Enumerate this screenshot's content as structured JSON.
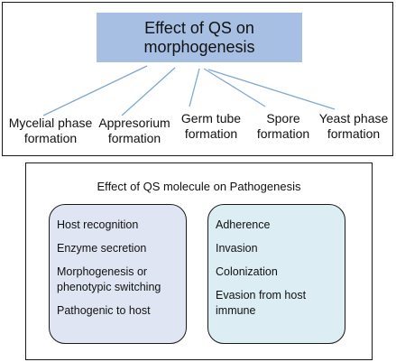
{
  "morphogenesis": {
    "title_line1": "Effect of QS on",
    "title_line2": "morphogenesis",
    "connector_color": "#7fa7d3",
    "title_fill": "#a6bfe3",
    "branches": [
      {
        "line1": "Mycelial phase",
        "line2": "formation"
      },
      {
        "line1": "Appresorium",
        "line2": "formation"
      },
      {
        "line1": "Germ tube",
        "line2": "formation"
      },
      {
        "line1": "Spore",
        "line2": "formation"
      },
      {
        "line1": "Yeast phase",
        "line2": "formation"
      }
    ]
  },
  "pathogenesis": {
    "title": "Effect of QS molecule on Pathogenesis",
    "left_fill": "#dfe5f2",
    "right_fill": "#dcedf3",
    "left_items": [
      "Host recognition",
      "Enzyme secretion",
      "Morphogenesis or phenotypic switching",
      "Pathogenic to host"
    ],
    "right_items": [
      "Adherence",
      "Invasion",
      "Colonization",
      "Evasion from host immune"
    ]
  }
}
